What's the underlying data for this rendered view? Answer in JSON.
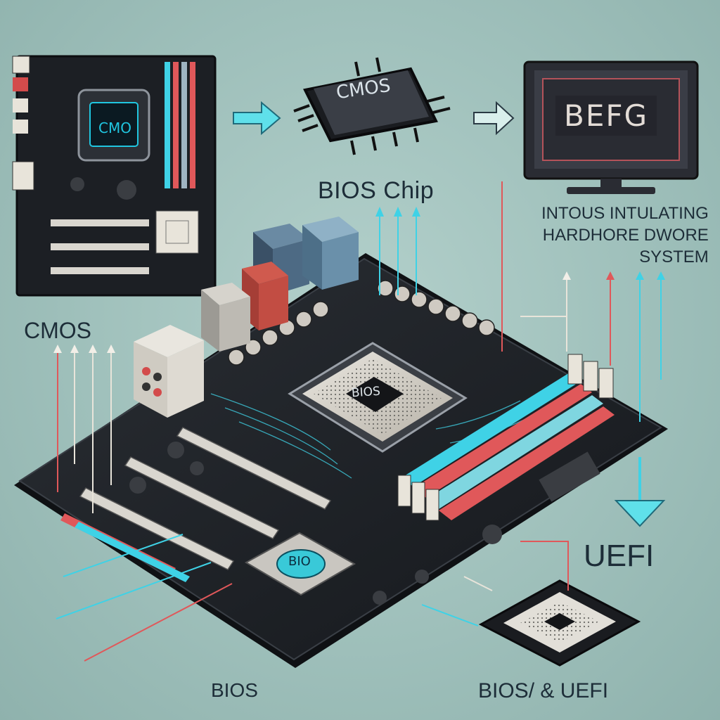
{
  "labels": {
    "bios_chip": "BIOS Chip",
    "cmos": "CMOS",
    "uefi": "UEFI",
    "bios": "BIOS",
    "bios_uefi": "BIOS/ & UEFI",
    "description_line1": "INTOUS INTULATING",
    "description_line2": "HARDHORE DWORE",
    "description_line3": "SYSTEM"
  },
  "chip_texts": {
    "cmos_chip": "CMOS",
    "monitor_screen": "BEFG",
    "mini_board_cpu": "CMO",
    "socket_chip": "BIOS",
    "pch_chip": "BIO"
  },
  "colors": {
    "background": "#a7c7c2",
    "board": "#1e2126",
    "cyan": "#3fd2e6",
    "red": "#e0585a",
    "text": "#1d2d38"
  }
}
